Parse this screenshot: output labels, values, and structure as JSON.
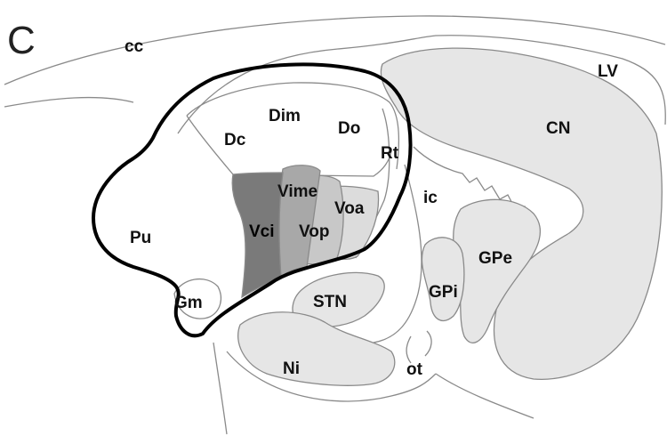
{
  "panel_letter": "C",
  "labels": {
    "cc": "cc",
    "lv": "LV",
    "cn": "CN",
    "dim": "Dim",
    "dc": "Dc",
    "do": "Do",
    "rt": "Rt",
    "vime": "Vime",
    "voa": "Voa",
    "ic": "ic",
    "pu": "Pu",
    "vci": "Vci",
    "vop": "Vop",
    "gpe": "GPe",
    "gpi": "GPi",
    "stn": "STN",
    "gm": "Gm",
    "ni": "Ni",
    "ot": "ot"
  },
  "colors": {
    "background": "#ffffff",
    "nucleus_fill": "#e6e6e6",
    "vci_fill": "#7a7a7a",
    "vime_fill": "#a8a8a8",
    "vop_fill": "#c8c8c8",
    "voa_fill": "#dcdcdc",
    "outline": "#000000"
  }
}
